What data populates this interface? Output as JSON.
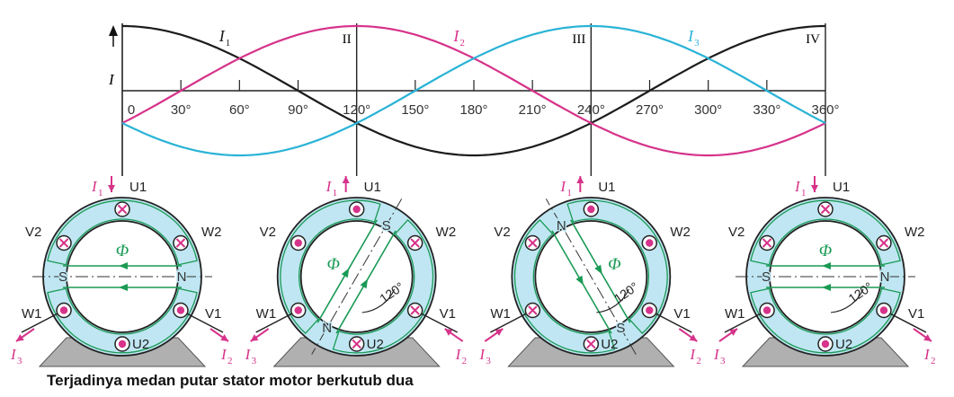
{
  "caption": "Terjadinya medan putar stator motor berkutub dua",
  "colors": {
    "I1": "#1c1c1c",
    "I2": "#d6338a",
    "I3": "#2ab3d6",
    "ring": "#bfe6f2",
    "flux": "#1a9a55",
    "base": "#b0b0b0",
    "conductor": "#d6338a"
  },
  "chart_data": {
    "type": "line",
    "ylabel": "I",
    "xlim": [
      0,
      360
    ],
    "ylim": [
      -1,
      1
    ],
    "x_ticks": [
      0,
      30,
      60,
      90,
      120,
      150,
      180,
      210,
      240,
      270,
      300,
      330,
      360
    ],
    "x_tick_labels": [
      "0",
      "30°",
      "60°",
      "90°",
      "120°",
      "150°",
      "180°",
      "210°",
      "240°",
      "270°",
      "300°",
      "330°",
      "360°"
    ],
    "series": [
      {
        "name": "I",
        "sub": "1",
        "color_key": "I1",
        "phase_deg": 0,
        "label_at_deg": 45
      },
      {
        "name": "I",
        "sub": "2",
        "color_key": "I2",
        "phase_deg": 120,
        "label_at_deg": 165
      },
      {
        "name": "I",
        "sub": "3",
        "color_key": "I3",
        "phase_deg": 240,
        "label_at_deg": 285
      }
    ],
    "markers": [
      {
        "deg": 120,
        "label": "II"
      },
      {
        "deg": 240,
        "label": "III"
      },
      {
        "deg": 360,
        "label": "IV"
      }
    ]
  },
  "motors": [
    {
      "deg": 0,
      "field_angle_deg": 0,
      "angle_label": "",
      "conductors": {
        "U1": "x",
        "V2": "x",
        "W2": "x",
        "W1": "o",
        "V1": "o",
        "U2": "o"
      },
      "currents": {
        "I1": "in",
        "I2": "out",
        "I3": "out"
      }
    },
    {
      "deg": 120,
      "field_angle_deg": 120,
      "angle_label": "120°",
      "conductors": {
        "U1": "o",
        "V2": "o",
        "W2": "x",
        "W1": "o",
        "V1": "x",
        "U2": "x"
      },
      "currents": {
        "I1": "out",
        "I2": "in",
        "I3": "out"
      }
    },
    {
      "deg": 240,
      "field_angle_deg": 240,
      "angle_label": "120°",
      "conductors": {
        "U1": "o",
        "V2": "x",
        "W2": "o",
        "W1": "x",
        "V1": "o",
        "U2": "x"
      },
      "currents": {
        "I1": "out",
        "I2": "out",
        "I3": "in"
      }
    },
    {
      "deg": 360,
      "field_angle_deg": 0,
      "angle_label": "120°",
      "conductors": {
        "U1": "x",
        "V2": "x",
        "W2": "x",
        "W1": "o",
        "V1": "o",
        "U2": "o"
      },
      "currents": {
        "I1": "in",
        "I2": "out",
        "I3": "in"
      }
    }
  ],
  "labels": {
    "flux": "Φ",
    "north": "N",
    "south": "S",
    "current": "I"
  }
}
